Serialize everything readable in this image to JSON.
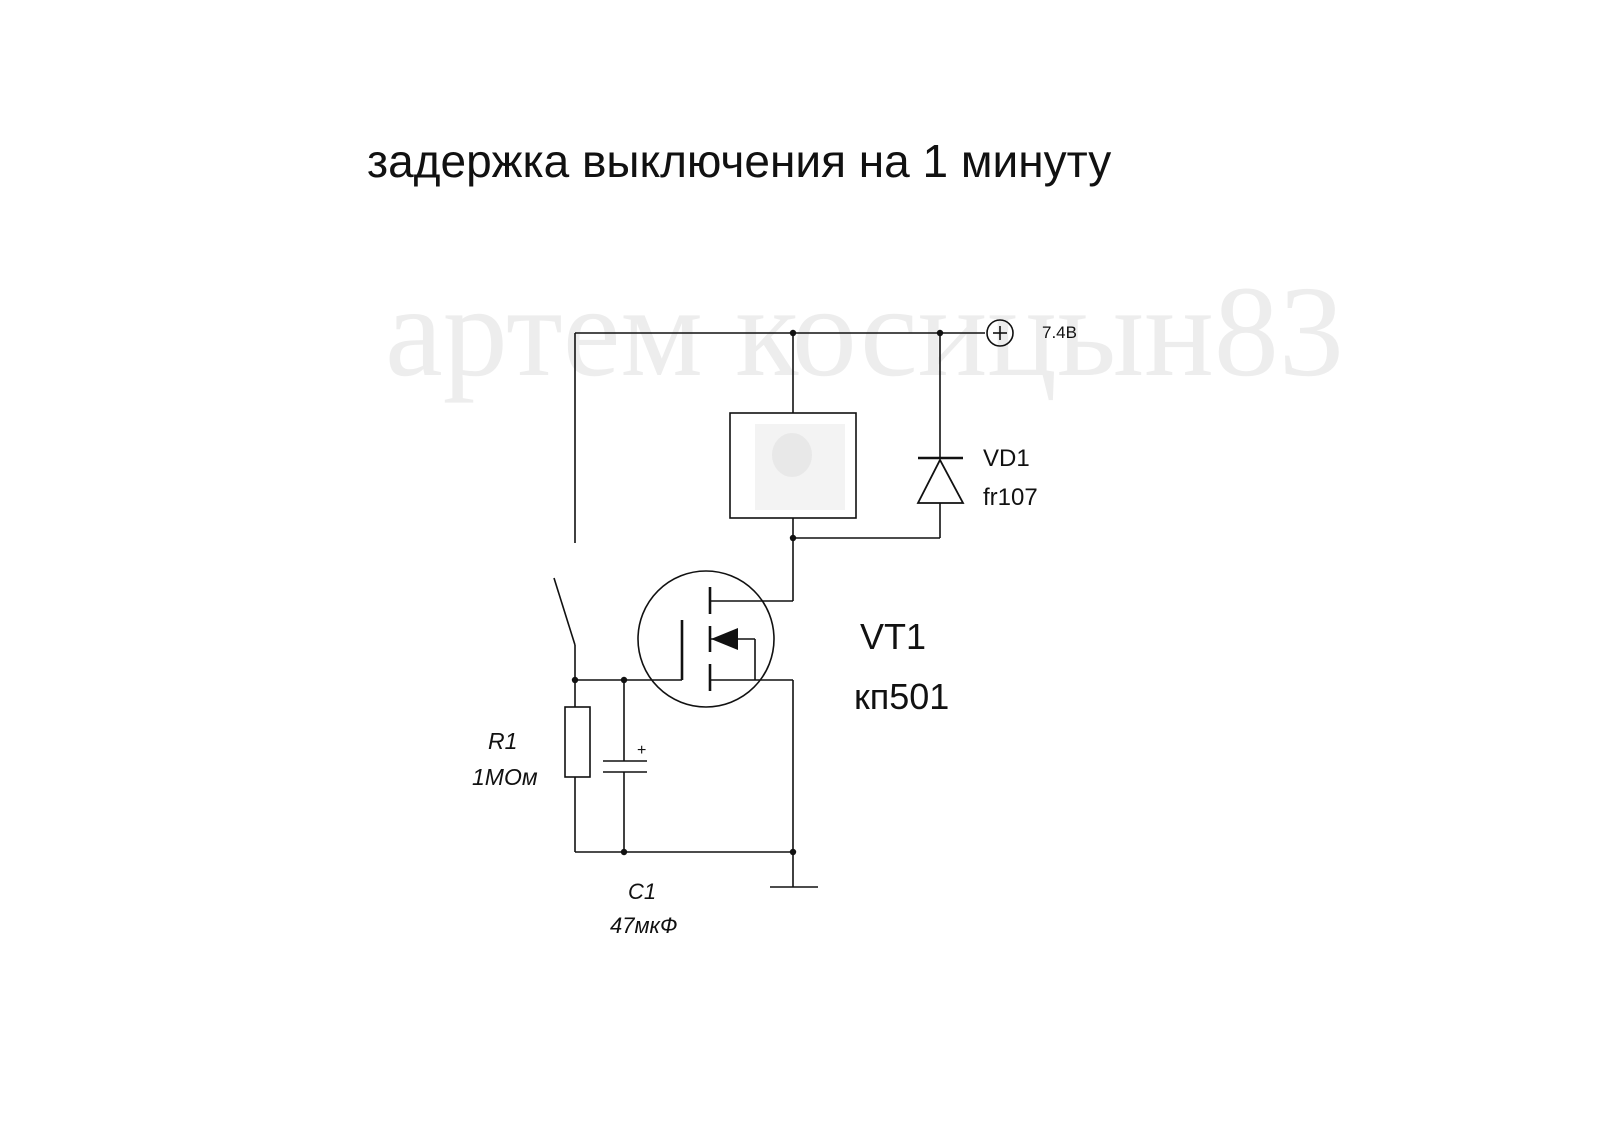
{
  "title": "задержка выключения на 1 минуту",
  "watermark": "артем косицын83",
  "supply": {
    "voltage": "7.4В"
  },
  "diode": {
    "ref": "VD1",
    "part": "fr107"
  },
  "transistor": {
    "ref": "VT1",
    "part": "кп501"
  },
  "resistor": {
    "ref": "R1",
    "value": "1МОм"
  },
  "capacitor": {
    "ref": "C1",
    "value": "47мкФ",
    "polarity": "+"
  },
  "colors": {
    "ink": "#111111",
    "watermark": "#ededed",
    "background": "#ffffff"
  }
}
